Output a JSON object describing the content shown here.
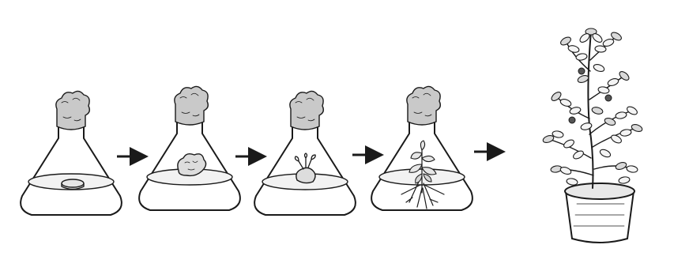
{
  "diagram": {
    "stages": [
      {
        "name": "explant-on-medium",
        "icon": "explant-disc-icon"
      },
      {
        "name": "callus",
        "icon": "callus-icon"
      },
      {
        "name": "shoot-formation",
        "icon": "shoot-bud-icon"
      },
      {
        "name": "plantlet-with-roots",
        "icon": "plantlet-icon"
      },
      {
        "name": "potted-plant",
        "icon": "potted-plant-icon"
      }
    ],
    "arrows": 4,
    "colors": {
      "ink": "#1a1a1a",
      "plug": "#c9c9c9",
      "medium": "#f2f2f2",
      "background": "#ffffff"
    }
  }
}
